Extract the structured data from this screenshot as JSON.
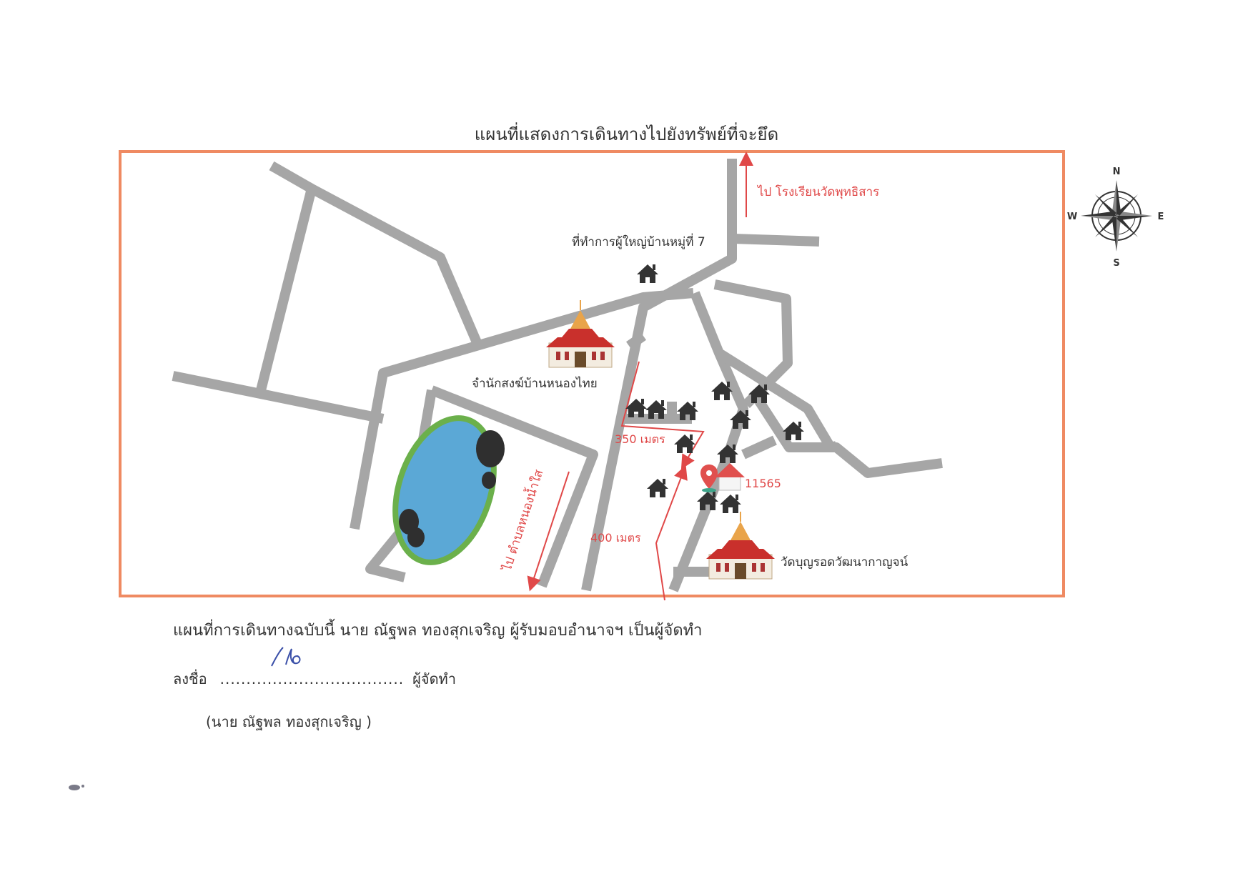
{
  "title": "แผนที่แสดงการเดินทางไปยังทรัพย์ที่จะยึด",
  "colors": {
    "frame": "#ef8a62",
    "road": "#a6a6a6",
    "route": "#e04848",
    "pond": "#5aa9d8",
    "house": "#333333",
    "temple_roof": "#c9302c",
    "temple_spire": "#e9a44a"
  },
  "labels": {
    "school": "ไป โรงเรียนวัดพุทธิสาร",
    "headman_office": "ที่ทำการผู้ใหญ่บ้านหมู่ที่ 7",
    "monastery": "จำนักสงฆ์บ้านหนองไทย",
    "dist_350": "350 เมตร",
    "dist_400": "400 เมตร",
    "parcel": "11565",
    "temple_south": "วัดบุญรอดวัฒนากาญจน์",
    "to_tambon": "ไป ตำบลหนองน้ำใส"
  },
  "compass": {
    "n": "N",
    "s": "S",
    "e": "E",
    "w": "W"
  },
  "icons": [
    "house-icon",
    "temple-icon",
    "location-pin-icon",
    "compass-rose-icon",
    "pond"
  ],
  "footer": {
    "caption": "แผนที่การเดินทางฉบับนี้ นาย ณัฐพล ทองสุกเจริญ ผู้รับมอบอำนาจฯ เป็นผู้จัดทำ",
    "sign_label": "ลงชื่อ",
    "sign_dots": "...................................",
    "sign_role": "ผู้จัดทำ",
    "sign_name": "(นาย ณัฐพล ทองสุกเจริญ )"
  }
}
